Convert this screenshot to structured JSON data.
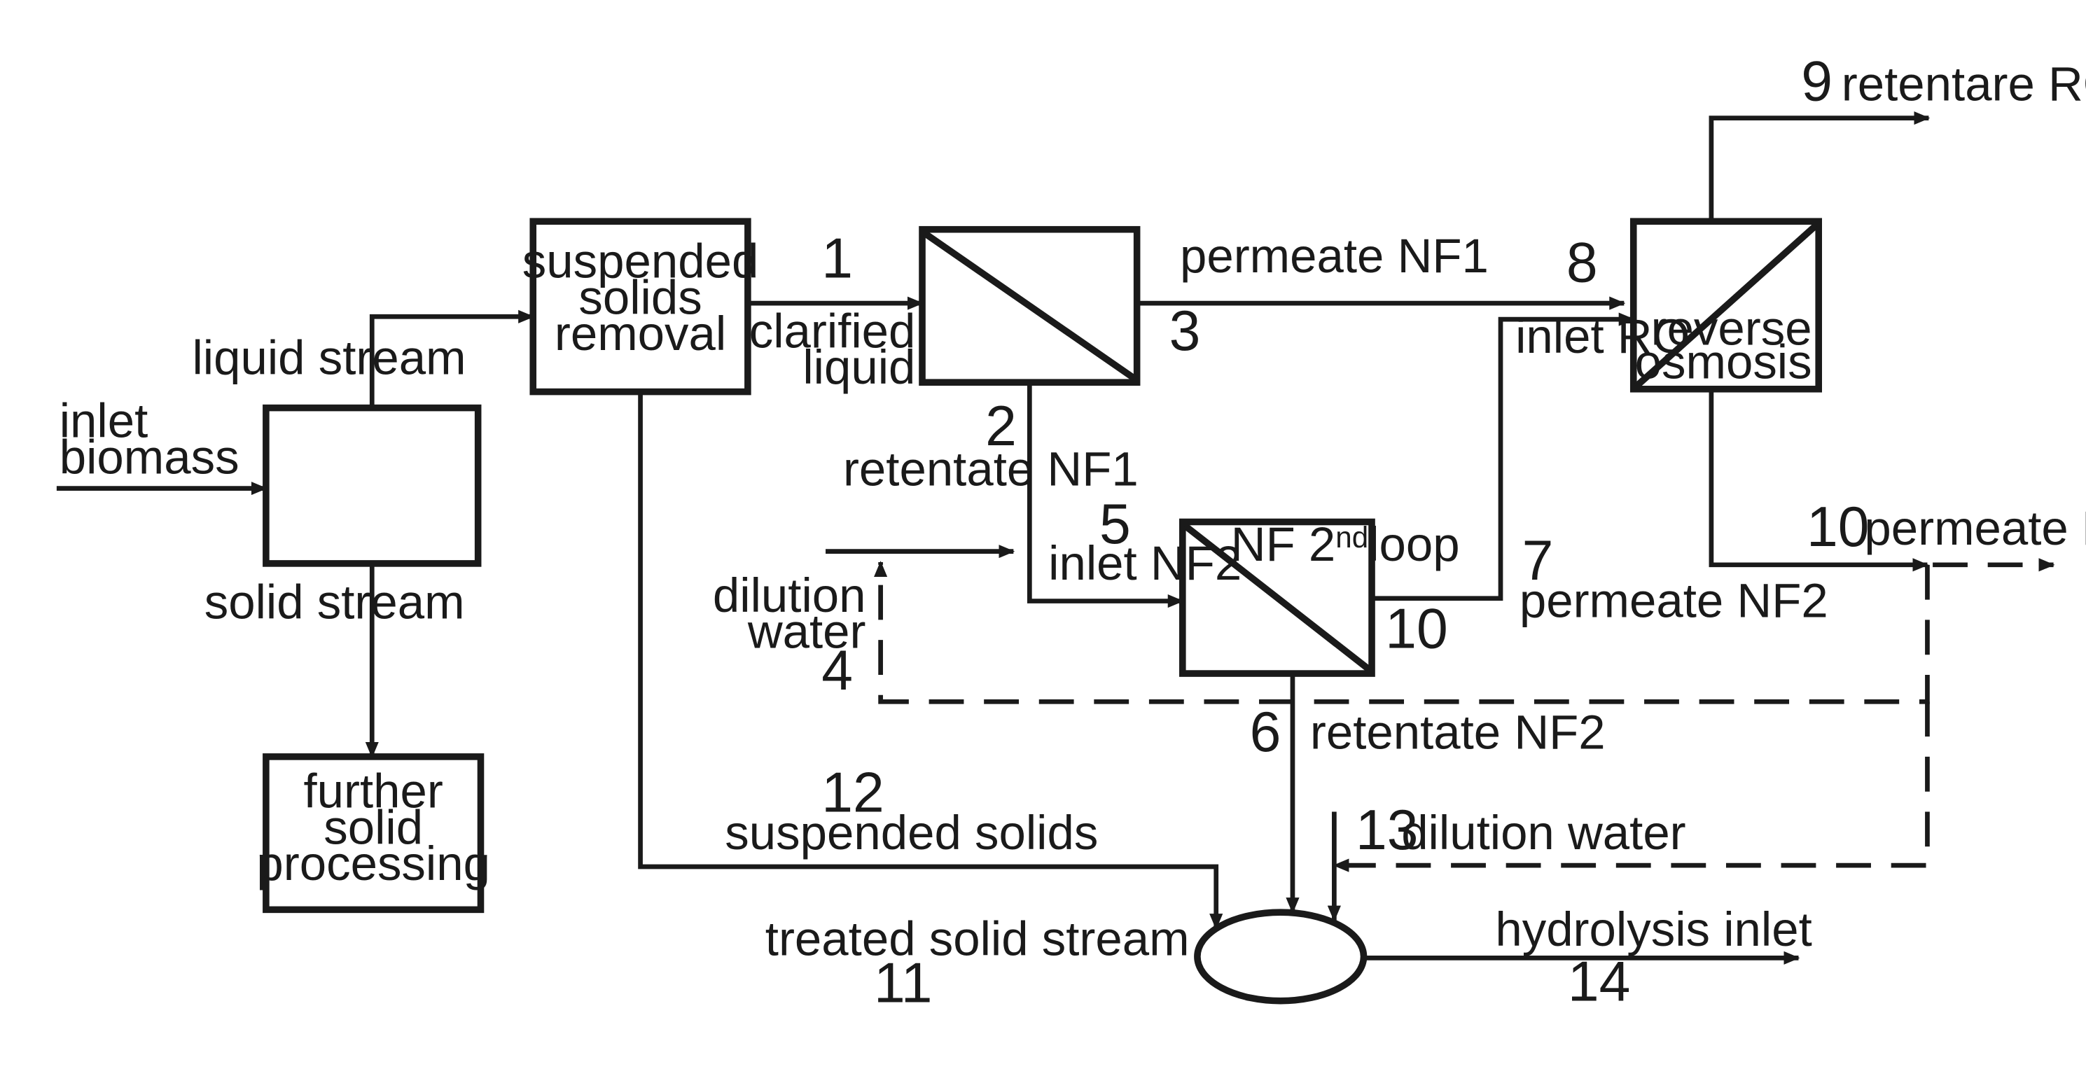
{
  "units": {
    "u1": {
      "label": ""
    },
    "suspended_solids_removal": {
      "lines": [
        "suspended",
        "solids",
        "removal"
      ]
    },
    "further_solid_processing": {
      "lines": [
        "further",
        "solid",
        "processing"
      ]
    },
    "nf1": {
      "label": ""
    },
    "nf2": {
      "label": "NF 2",
      "sup": "nd",
      "label_tail": "loop"
    },
    "reverse_osmosis": {
      "lines": [
        "reverse",
        "osmosis"
      ]
    }
  },
  "streams": {
    "inlet_biomass": [
      "inlet",
      "biomass"
    ],
    "liquid_stream": "liquid stream",
    "solid_stream": "solid stream",
    "s1": "1",
    "clarified_liquid": [
      "clarified",
      "liquid"
    ],
    "permeate_nf1": "permeate NF1",
    "s3": "3",
    "s2": "2",
    "retentate_nf1": "retentate NF1",
    "s5": "5",
    "inlet_nf2": "inlet NF2",
    "dilution_water_4": [
      "dilution",
      "water"
    ],
    "s4": "4",
    "s7": "7",
    "permeate_nf2": "permeate NF2",
    "s10_nf2": "10",
    "s8": "8",
    "inlet_ro": "inlet RO",
    "s9": "9",
    "retentate_ro": "retentare RO",
    "s10_ro": "10",
    "permeate_ro": "permeate RO",
    "s6": "6",
    "retentate_nf2": "retentate NF2",
    "s12": "12",
    "suspended_solids": "suspended solids",
    "s13": "13",
    "dilution_water_13": "dilution water",
    "treated_solid_stream": "treated solid stream",
    "s11": "11",
    "hydrolysis_inlet": "hydrolysis inlet",
    "s14": "14"
  }
}
